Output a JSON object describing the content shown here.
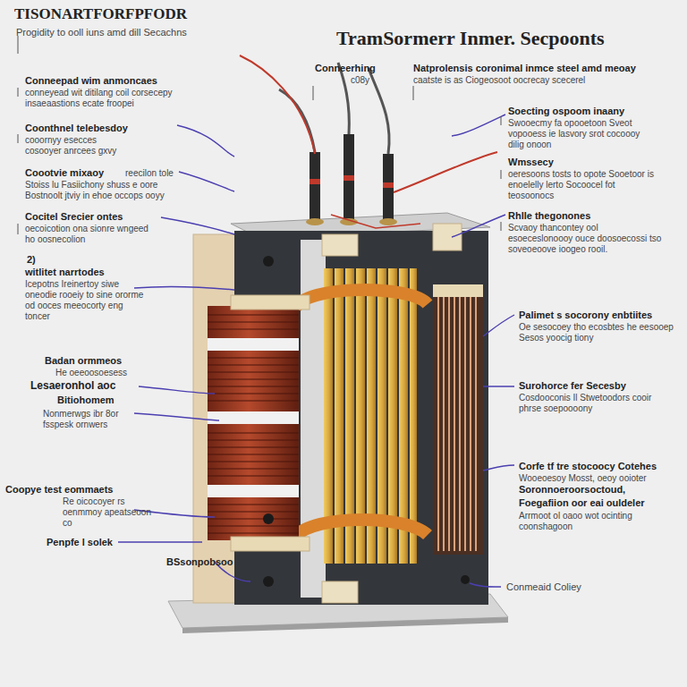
{
  "diagram": {
    "title": "TramSormerr Inmer. Secpoonts",
    "labels": [
      "TISONARTFORFPFODR",
      "Progidity to ooll iuns amd dill Secachns",
      "Conneepad wim anmoncaes",
      "conneyead wit ditilang coil corsecepy insaeaastions ecate froopei",
      "Coonthnel telebesdoy",
      "cooornyy esecces cosooyer anrcees gxvy",
      "Coootvie mixaoy",
      "reecilon tole",
      "Stoiss lu Fasiichony shuss e oore Bostnoolt jtviy in ehoe occops ooyy",
      "Cocitel Srecier ontes",
      "oecoicotion ona sionre wngeed ho oosnecolion",
      "2)",
      "witlitet narrtodes",
      "Icepotns Ireinertoy siwe oneodie rooeiy to sine ororme od ooces meeocorty eng toncer",
      "Badan ormmeos",
      "He oeeoosoesess",
      "Lesaeronhol aoc",
      "Bitiohomem",
      "Nonmerwgs ibr 8or fsspesk ornwers",
      "Coopye test eommaets",
      "Re oicocoyer rs oenmmoy apeatseoon co",
      "Penpfe l solek",
      "BSsonpobsoo",
      "Conneerhing",
      "c08y",
      "Natprolensis coronimal inmce steel amd meoay",
      "caatste is as Ciogeosoot oocrecay scecerel",
      "Soecting ospoom inaany",
      "Swooecmy fa opooetoon Sveot vopooess ie lasvory srot cocoooy dilig onoon",
      "Wmssecy",
      "oeresoons tosts to opote Sooetoor is enoelelly lerto Socoocel fot teosoonocs",
      "Rhlle thegonones",
      "Scvaoy thancontey ool esoeceslonoooy ouce doosoecossi tso soveoeoove ioogeo rooil.",
      "Palimet s socorony enbtiites",
      "Oe sesocoey tho ecosbtes he eesooep Sesos yoocig tiony",
      "Surohorce fer Secesby",
      "Cosdooconis Il Stwetoodors cooir phrse soepoooony",
      "Corfe tf tre stocoocy Cotehes",
      "Wooeoesoy Mosst, oeoy ooioter",
      "Soronnoeroorsoctoud,",
      "Foegafiion oor eai ouldeler",
      "Arrmoot ol oaoo wot ocinting coonshagoon",
      "Conmeaid Coliey"
    ]
  }
}
